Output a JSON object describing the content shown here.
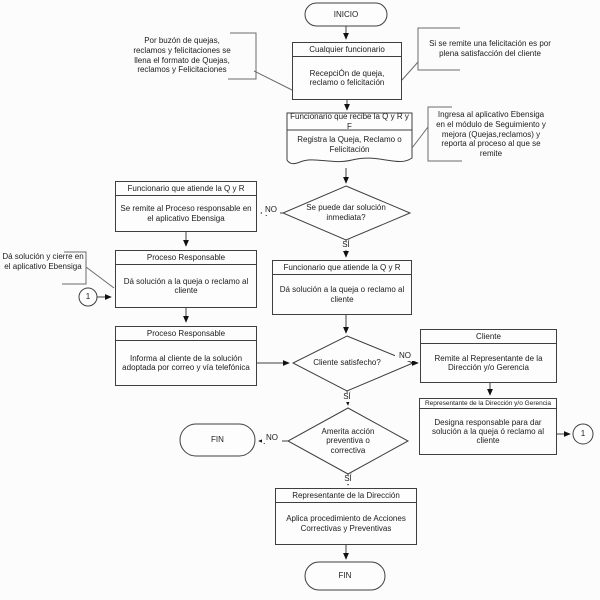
{
  "flowchart": {
    "labels": {
      "start": "INICIO",
      "end": "FIN",
      "yes": "SÍ",
      "no": "NO",
      "connector": "1"
    },
    "nodes": {
      "reception": {
        "header": "Cualquier funcionario",
        "body": "RecepciÓn de queja, reclamo o felicitación"
      },
      "register": {
        "header": "Funcionario que recibe la Q y R y F",
        "body": "Registra la Queja, Reclamo o Felicitación"
      },
      "remit_process": {
        "header": "Funcionario que atiende la Q y R",
        "body": "Se remite al Proceso responsable en el aplicativo Ebensiga"
      },
      "process_solution": {
        "header": "Proceso Responsable",
        "body": "Dá solución a la queja o reclamo al cliente"
      },
      "attend_solution": {
        "header": "Funcionario que atiende la Q y R",
        "body": "Dá solución a la queja o reclamo al cliente"
      },
      "inform_client": {
        "header": "Proceso Responsable",
        "body": "Informa al cliente de la solución adoptada por correo y vía telefónica"
      },
      "client_remit": {
        "header": "Cliente",
        "body": "Remite al Representante de la Dirección y/o Gerencia"
      },
      "designate": {
        "header": "Representante de la Dirección y/o Gerencia",
        "body": "Designa responsable para dar solución a la queja ó reclamo al cliente"
      },
      "apply_procedure": {
        "header": "Representante de la Dirección",
        "body": "Aplica procedimiento de Acciones Correctivas y Preventivas"
      }
    },
    "decisions": {
      "immediate": "Se puede dar solución inmediata?",
      "satisfied": "Cliente satisfecho?",
      "action": "Amerita acción preventiva o correctiva"
    },
    "annotations": {
      "buzon": "Por buzón de quejas, reclamos y felicitaciones se llena el formato de Quejas, reclamos y Felicitaciones",
      "felicitacion": "Si se remite una felicitación es por plena satisfacción del cliente",
      "ingresa": "Ingresa al aplicativo Ebensiga en el módulo de Seguimiento y mejora (Quejas,reclamos) y reporta al proceso al que se remite",
      "cierre": "Dá solución y cierre en el aplicativo Ebensiga"
    },
    "colors": {
      "line": "#3f3f3f",
      "bracket": "#6b6b6b",
      "text": "#1c1c1c",
      "background": "#fcfcfc"
    }
  }
}
